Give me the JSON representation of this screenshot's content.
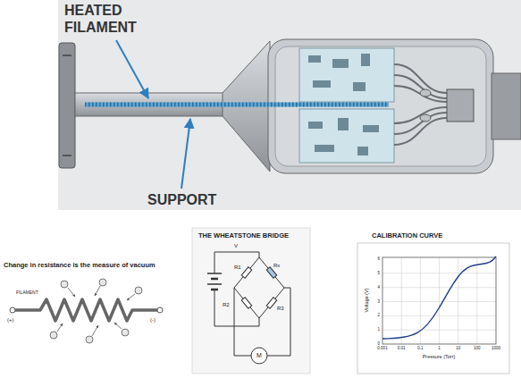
{
  "diagram": {
    "labels": [
      "HEATED FILAMENT",
      "SUPPORT",
      "Change in resistance is the measure of vacuum",
      "FILAMENT",
      "(+)",
      "(-)",
      "THE WHEATSTONE BRIDGE",
      "V",
      "R1",
      "R2",
      "R3",
      "Rx",
      "M",
      "CALIBRATION CURVE",
      "Voltage (V)",
      "Pressure (Torr)",
      "0.001",
      "0.01",
      "0.1",
      "1",
      "10",
      "100",
      "1000",
      "0",
      "1",
      "2",
      "3",
      "4",
      "5",
      "6"
    ]
  }
}
